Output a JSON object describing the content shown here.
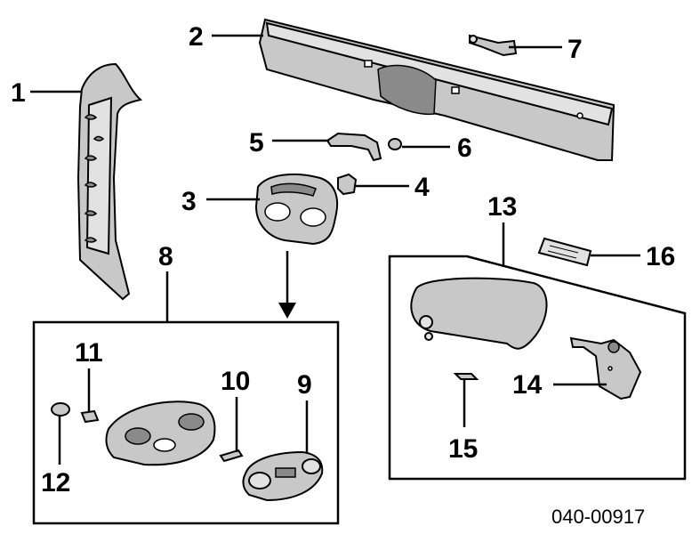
{
  "callouts": [
    "1",
    "2",
    "3",
    "4",
    "5",
    "6",
    "7",
    "8",
    "9",
    "10",
    "11",
    "12",
    "13",
    "14",
    "15",
    "16"
  ],
  "diagram_code": "040-00917"
}
